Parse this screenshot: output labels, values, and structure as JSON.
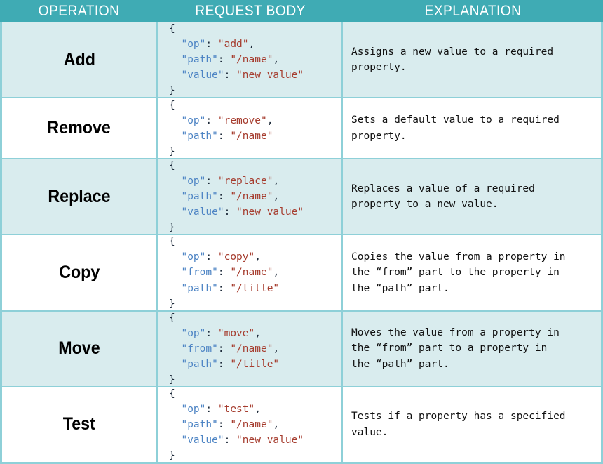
{
  "header": {
    "columns": [
      {
        "label": "OPERATION"
      },
      {
        "label": "REQUEST BODY"
      },
      {
        "label": "EXPLANATION"
      }
    ]
  },
  "colors": {
    "header_bg": "#3fabb4",
    "header_text": "#ffffff",
    "row_shade_bg": "#d9ecee",
    "row_plain_bg": "#ffffff",
    "border": "#8ed0d8",
    "json_key": "#4d84c4",
    "json_value": "#a63d2f",
    "json_punct": "#1d2a3a",
    "text": "#111111"
  },
  "rows": [
    {
      "operation": "Add",
      "shaded": true,
      "request_body": {
        "open_brace": "{",
        "close_brace": "}",
        "fields": [
          {
            "key": "\"op\"",
            "sep": ": ",
            "value": "\"add\"",
            "comma": ","
          },
          {
            "key": "\"path\"",
            "sep": ": ",
            "value": "\"/name\"",
            "comma": ","
          },
          {
            "key": "\"value\"",
            "sep": ": ",
            "value": "\"new value\"",
            "comma": ""
          }
        ]
      },
      "explanation": "Assigns a new value to a required\nproperty."
    },
    {
      "operation": "Remove",
      "shaded": false,
      "request_body": {
        "open_brace": "{",
        "close_brace": "}",
        "fields": [
          {
            "key": "\"op\"",
            "sep": ": ",
            "value": "\"remove\"",
            "comma": ","
          },
          {
            "key": "\"path\"",
            "sep": ": ",
            "value": "\"/name\"",
            "comma": ""
          }
        ]
      },
      "explanation": "Sets a default value to a required\nproperty."
    },
    {
      "operation": "Replace",
      "shaded": true,
      "request_body": {
        "open_brace": "{",
        "close_brace": "}",
        "fields": [
          {
            "key": "\"op\"",
            "sep": ": ",
            "value": "\"replace\"",
            "comma": ","
          },
          {
            "key": "\"path\"",
            "sep": ": ",
            "value": "\"/name\"",
            "comma": ","
          },
          {
            "key": "\"value\"",
            "sep": ": ",
            "value": "\"new value\"",
            "comma": ""
          }
        ]
      },
      "explanation": "Replaces a value of a required\nproperty to a new value."
    },
    {
      "operation": "Copy",
      "shaded": false,
      "request_body": {
        "open_brace": "{",
        "close_brace": "}",
        "fields": [
          {
            "key": "\"op\"",
            "sep": ": ",
            "value": "\"copy\"",
            "comma": ","
          },
          {
            "key": "\"from\"",
            "sep": ": ",
            "value": "\"/name\"",
            "comma": ","
          },
          {
            "key": "\"path\"",
            "sep": ": ",
            "value": "\"/title\"",
            "comma": ""
          }
        ]
      },
      "explanation": "Copies the value from a property in\nthe “from” part to the property in\nthe “path” part."
    },
    {
      "operation": "Move",
      "shaded": true,
      "request_body": {
        "open_brace": "{",
        "close_brace": "}",
        "fields": [
          {
            "key": "\"op\"",
            "sep": ": ",
            "value": "\"move\"",
            "comma": ","
          },
          {
            "key": "\"from\"",
            "sep": ": ",
            "value": "\"/name\"",
            "comma": ","
          },
          {
            "key": "\"path\"",
            "sep": ": ",
            "value": "\"/title\"",
            "comma": ""
          }
        ]
      },
      "explanation": "Moves the value from a property in\nthe “from” part to a property in\nthe “path” part."
    },
    {
      "operation": "Test",
      "shaded": false,
      "request_body": {
        "open_brace": "{",
        "close_brace": "}",
        "fields": [
          {
            "key": "\"op\"",
            "sep": ": ",
            "value": "\"test\"",
            "comma": ","
          },
          {
            "key": "\"path\"",
            "sep": ": ",
            "value": "\"/name\"",
            "comma": ","
          },
          {
            "key": "\"value\"",
            "sep": ": ",
            "value": "\"new value\"",
            "comma": ""
          }
        ]
      },
      "explanation": "Tests if a property has a specified\nvalue."
    }
  ]
}
